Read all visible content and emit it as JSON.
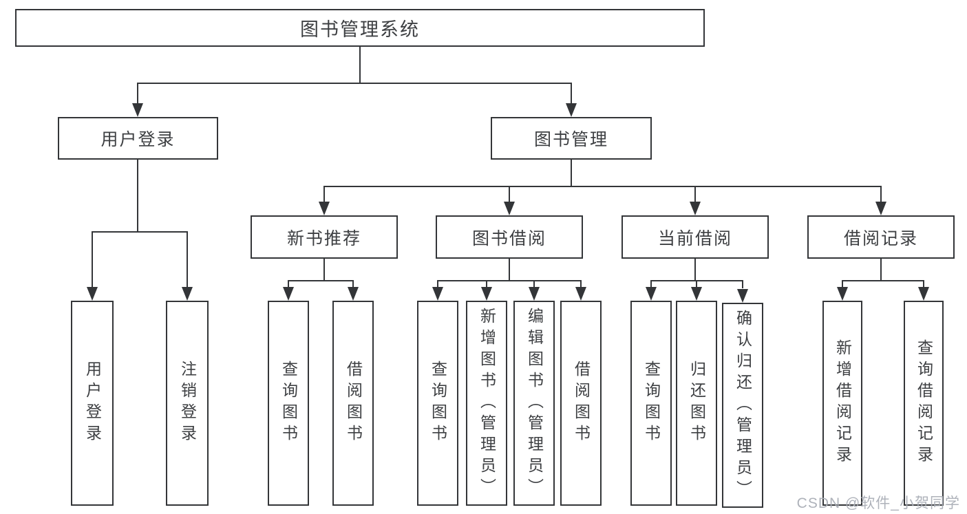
{
  "diagram": {
    "title": "图书管理系统",
    "root": {
      "label": "图书管理系统"
    },
    "level2": [
      {
        "id": "user-login",
        "label": "用户登录"
      },
      {
        "id": "book-management",
        "label": "图书管理"
      }
    ],
    "level3": [
      {
        "id": "new-book-recommend",
        "parent": "图书管理",
        "label": "新书推荐"
      },
      {
        "id": "book-borrow",
        "parent": "图书管理",
        "label": "图书借阅"
      },
      {
        "id": "current-borrow",
        "parent": "图书管理",
        "label": "当前借阅"
      },
      {
        "id": "borrow-record",
        "parent": "图书管理",
        "label": "借阅记录"
      }
    ],
    "leaves": [
      {
        "parent": "用户登录",
        "label": "用户登录"
      },
      {
        "parent": "用户登录",
        "label": "注销登录"
      },
      {
        "parent": "新书推荐",
        "label": "查询图书"
      },
      {
        "parent": "新书推荐",
        "label": "借阅图书"
      },
      {
        "parent": "图书借阅",
        "label": "查询图书"
      },
      {
        "parent": "图书借阅",
        "label": "新增图书（管理员）"
      },
      {
        "parent": "图书借阅",
        "label": "编辑图书（管理员）"
      },
      {
        "parent": "图书借阅",
        "label": "借阅图书"
      },
      {
        "parent": "当前借阅",
        "label": "查询图书"
      },
      {
        "parent": "当前借阅",
        "label": "归还图书"
      },
      {
        "parent": "当前借阅",
        "label": "确认归还（管理员）"
      },
      {
        "parent": "借阅记录",
        "label": "新增借阅记录"
      },
      {
        "parent": "借阅记录",
        "label": "查询借阅记录"
      }
    ],
    "watermark": "CSDN @软件_小贺同学",
    "colors": {
      "line": "#333538",
      "text": "#3d3f42",
      "background": "#ffffff",
      "watermark": "#aaaeb6"
    }
  }
}
